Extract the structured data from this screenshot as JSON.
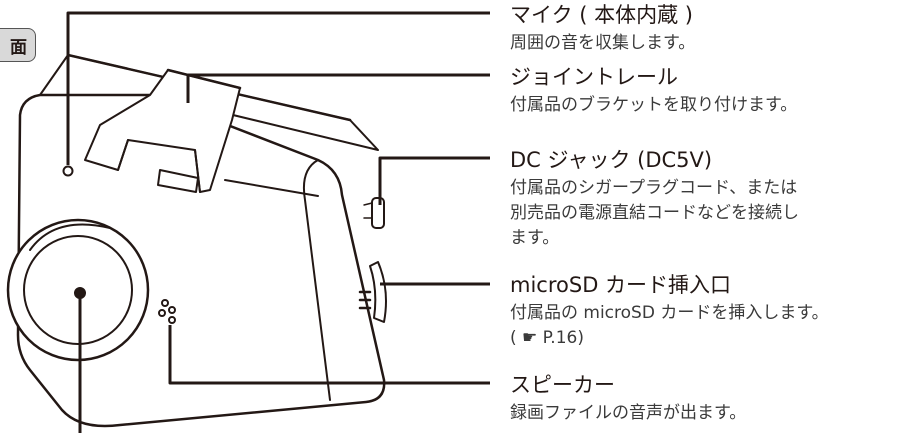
{
  "tab_label": "面",
  "callouts": [
    {
      "title": "マイク ( 本体内蔵 )",
      "desc": [
        "周囲の音を収集します。"
      ]
    },
    {
      "title": "ジョイントレール",
      "desc": [
        "付属品のブラケットを取り付けます。"
      ]
    },
    {
      "title": "DC ジャック (DC5V)",
      "desc": [
        "付属品のシガープラグコード、または",
        "別売品の電源直結コードなどを接続し",
        "ます。"
      ]
    },
    {
      "title": "microSD カード挿入口",
      "desc": [
        "付属品の microSD カードを挿入します。",
        "( ☛ P.16)"
      ]
    },
    {
      "title": "スピーカー",
      "desc": [
        "録画ファイルの音声が出ます。"
      ]
    }
  ]
}
